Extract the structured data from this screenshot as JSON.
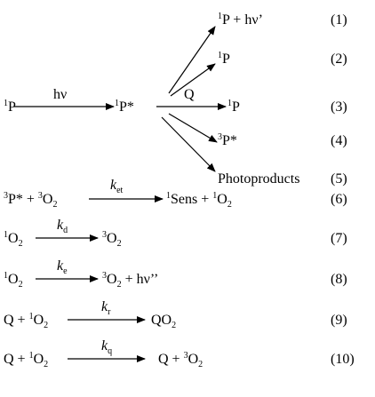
{
  "reactions": [
    {
      "number": "(1)"
    },
    {
      "number": "(2)"
    },
    {
      "number": "(3)"
    },
    {
      "number": "(4)"
    },
    {
      "number": "(5)"
    },
    {
      "number": "(6)"
    },
    {
      "number": "(7)"
    },
    {
      "number": "(8)"
    },
    {
      "number": "(9)"
    },
    {
      "number": "(10)"
    }
  ],
  "scheme": {
    "start_P": "P",
    "hv": "hν",
    "excited_P": "P*",
    "branch_1": "P + hν’",
    "branch_2": "P",
    "Q": "Q",
    "branch_3": "P",
    "branch_4": "P*",
    "branch_5": "Photoproducts"
  },
  "eq6": {
    "left": "P* + ",
    "o2": "O",
    "k": "k",
    "k_sub": "et",
    "right_sens": "Sens + ",
    "right_o2": "O"
  },
  "eq7": {
    "left": "O",
    "k": "k",
    "k_sub": "d",
    "right": "O"
  },
  "eq8": {
    "left": "O",
    "k": "k",
    "k_sub": "e",
    "right": "O",
    "right_tail": " + hν’’"
  },
  "eq9": {
    "left_q": "Q + ",
    "left_o": "O",
    "k": "k",
    "k_sub": "r",
    "right": "QO"
  },
  "eq10": {
    "left_q": "Q + ",
    "left_o": "O",
    "k": "k",
    "k_sub": "q",
    "right_q": "Q + ",
    "right_o": "O"
  }
}
